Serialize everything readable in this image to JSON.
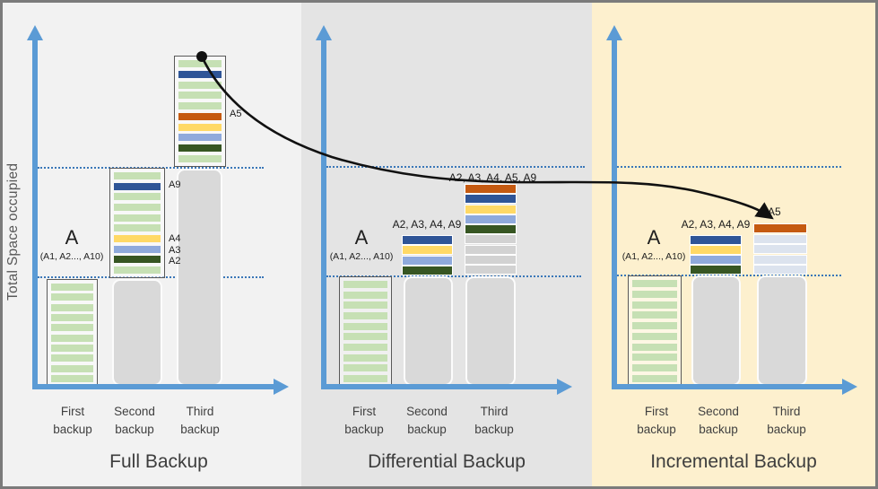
{
  "colors": {
    "full_panel_bg": "#f2f2f2",
    "diff_panel_bg": "#e4e4e4",
    "incr_panel_bg": "#fdf0ce",
    "axis": "#5b9bd5",
    "dotted": "#3a77b8",
    "curve": "#111111",
    "block_a": "#c6e0b4",
    "block_a9": "#2f5597",
    "block_a4": "#ffd966",
    "block_a3": "#8faadc",
    "block_a2": "#375623",
    "block_a5": "#c55a11",
    "block_unchanged_gray": "#d2d2d2",
    "block_unchanged_pale": "#dce3ee",
    "placeholder_gray": "#d9d9d9"
  },
  "y_axis_label": "Total Space occupied",
  "panels": {
    "full": {
      "title": "Full Backup",
      "ticks": [
        "First backup",
        "Second backup",
        "Third backup"
      ],
      "source_label": "A",
      "source_sublabel": "(A1, A2..., A10)",
      "annotations": {
        "a9": "A9",
        "a4": "A4",
        "a3": "A3",
        "a2": "A2",
        "a5": "A5"
      }
    },
    "diff": {
      "title": "Differential Backup",
      "ticks": [
        "First backup",
        "Second backup",
        "Third backup"
      ],
      "source_label": "A",
      "source_sublabel": "(A1, A2..., A10)",
      "stack2_label": "A2, A3, A4, A9",
      "stack3_label": "A2, A3, A4, A5, A9"
    },
    "incr": {
      "title": "Incremental Backup",
      "ticks": [
        "First backup",
        "Second backup",
        "Third backup"
      ],
      "source_label": "A",
      "source_sublabel": "(A1, A2..., A10)",
      "stack2_label": "A2, A3, A4, A9",
      "stack3_label": "A5"
    }
  },
  "stacks": {
    "full_bar1": [
      "block_a",
      "block_a",
      "block_a",
      "block_a",
      "block_a",
      "block_a",
      "block_a",
      "block_a",
      "block_a",
      "block_a"
    ],
    "full_stack2": [
      "block_a",
      "block_a9",
      "block_a",
      "block_a",
      "block_a",
      "block_a",
      "block_a4",
      "block_a3",
      "block_a2",
      "block_a"
    ],
    "full_stack3": [
      "block_a",
      "block_a9",
      "block_a",
      "block_a",
      "block_a",
      "block_a5",
      "block_a4",
      "block_a3",
      "block_a2",
      "block_a"
    ],
    "diff_bar1": [
      "block_a",
      "block_a",
      "block_a",
      "block_a",
      "block_a",
      "block_a",
      "block_a",
      "block_a",
      "block_a",
      "block_a"
    ],
    "diff_stack2": [
      "block_a9",
      "block_a4",
      "block_a3",
      "block_a2"
    ],
    "diff_stack3": [
      "block_a5",
      "block_a9",
      "block_a4",
      "block_a3",
      "block_a2",
      "block_unchanged_gray",
      "block_unchanged_gray",
      "block_unchanged_gray",
      "block_unchanged_gray"
    ],
    "incr_bar1": [
      "block_a",
      "block_a",
      "block_a",
      "block_a",
      "block_a",
      "block_a",
      "block_a",
      "block_a",
      "block_a",
      "block_a"
    ],
    "incr_stack2": [
      "block_a9",
      "block_a4",
      "block_a3",
      "block_a2"
    ],
    "incr_stack3": [
      "block_a5",
      "block_unchanged_pale",
      "block_unchanged_pale",
      "block_unchanged_pale",
      "block_unchanged_pale"
    ]
  }
}
